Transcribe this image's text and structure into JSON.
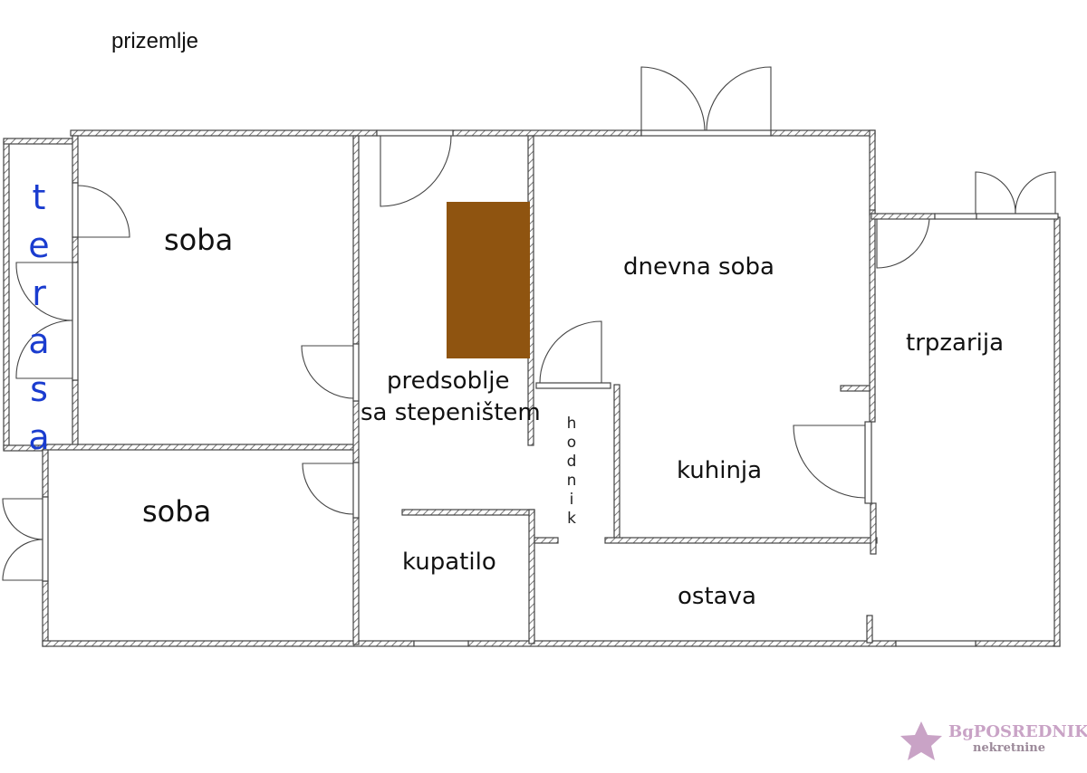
{
  "floor_title": "prizemlje",
  "rooms": {
    "terasa": "terasa",
    "soba_top": "soba",
    "soba_bottom": "soba",
    "predsoblje_line1": "predsoblje",
    "predsoblje_line2": "sa stepeništem",
    "dnevna_soba": "dnevna soba",
    "trpzarija": "trpzarija",
    "kuhinja": "kuhinja",
    "hodnik": "hodnik",
    "kupatilo": "kupatilo",
    "ostava": "ostava"
  },
  "terasa_letters": [
    "t",
    "e",
    "r",
    "a",
    "s",
    "a"
  ],
  "hodnik_letters": [
    "h",
    "o",
    "d",
    "n",
    "i",
    "k"
  ],
  "colors": {
    "stairs": "#8f5410",
    "terasa_text": "#1a3ccf",
    "logo_star": "#c9a3c6",
    "wall": "#555555"
  },
  "logo": {
    "brand": "BgPOSREDNIK",
    "subtitle": "nekretnine"
  }
}
